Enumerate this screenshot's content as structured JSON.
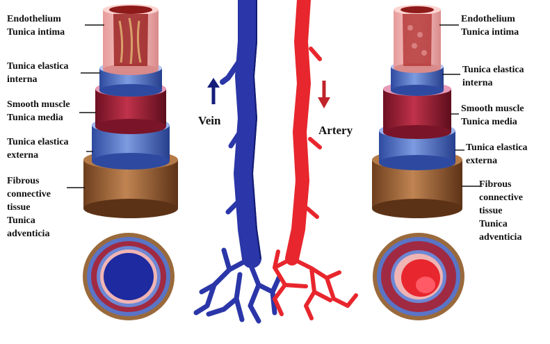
{
  "left_labels": {
    "intima": "Endothelium\nTunica intima",
    "elastica_interna": "Tunica elastica\ninterna",
    "media": "Smooth muscle\nTunica media",
    "elastica_externa": "Tunica elastica\nexterna",
    "adventicia": "Fibrous\nconnective\ntissue\nTunica\nadventicia"
  },
  "right_labels": {
    "intima": "Endothelium\nTunica intima",
    "elastica_interna": "Tunica elastica\ninterna",
    "media": "Smooth muscle\nTunica media",
    "elastica_externa": "Tunica elastica\nexterna",
    "adventicia": "Fibrous\nconnective\ntissue\nTunica\nadventicia"
  },
  "vein_label": "Vein",
  "artery_label": "Artery",
  "colors": {
    "vein": "#2b36a8",
    "artery": "#e8262d",
    "muscle": "#a31f36",
    "elastic": "#4f6fc4",
    "fibrous": "#a86d3e",
    "intima": "#f2b8b8"
  }
}
